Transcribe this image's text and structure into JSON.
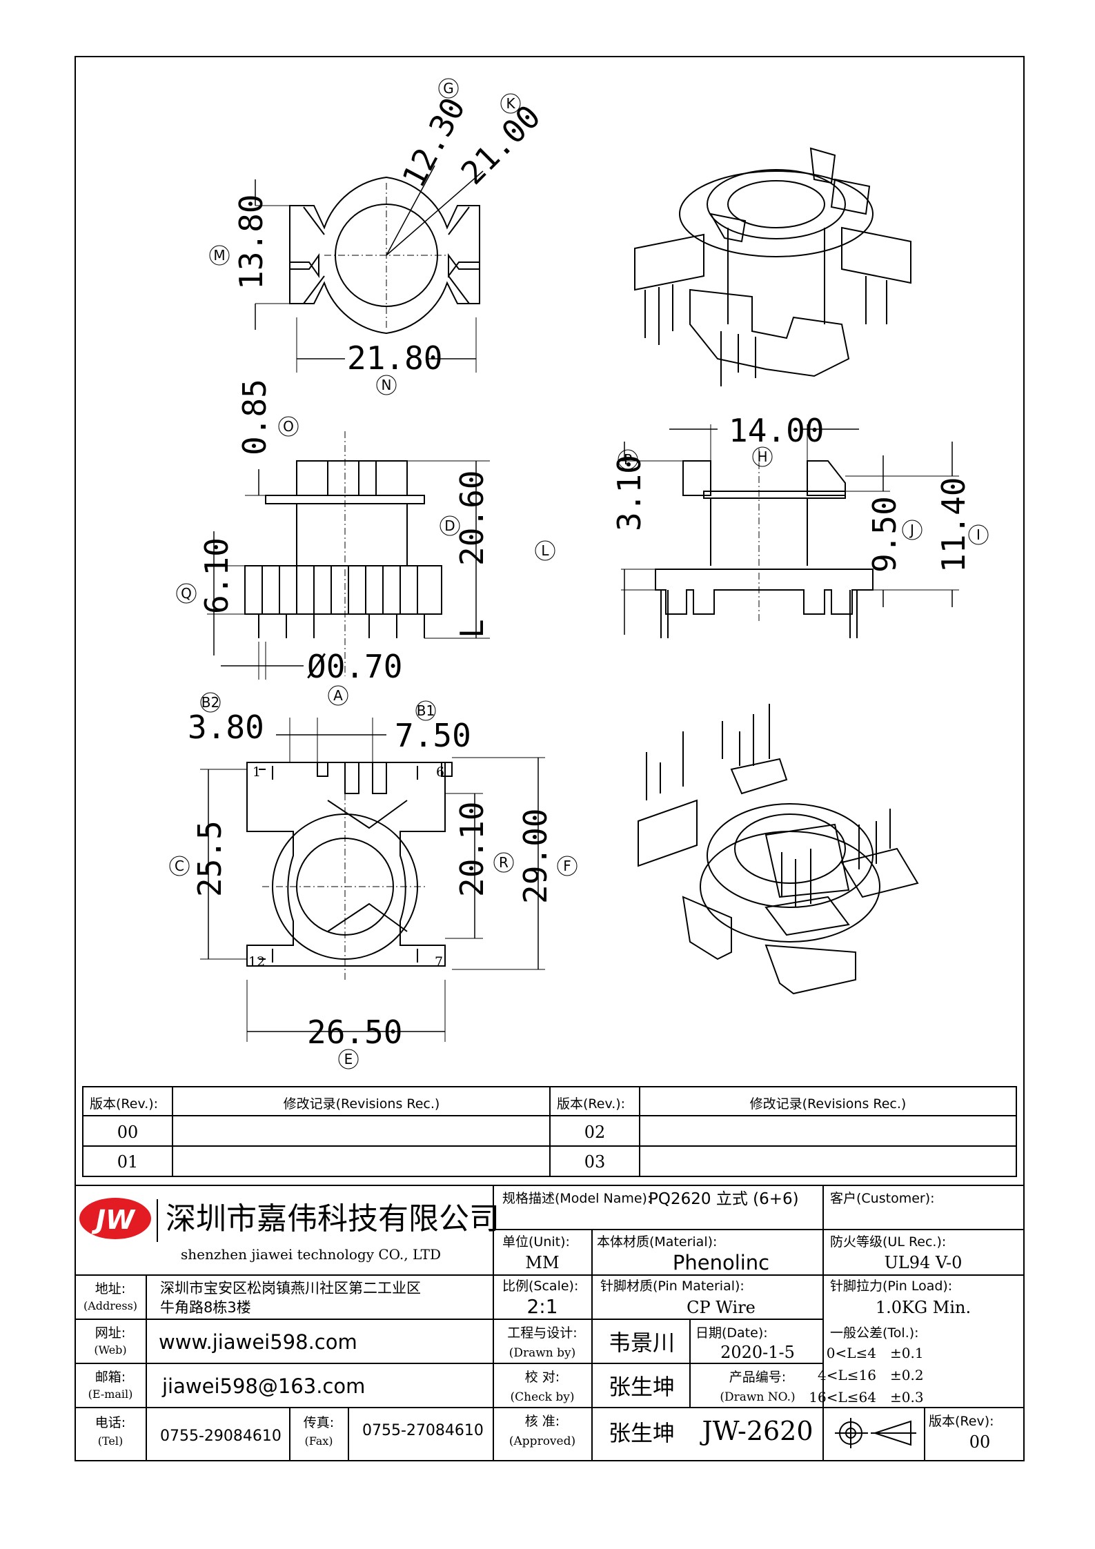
{
  "drawing": {
    "top_view": {
      "dims": [
        "12.30",
        "21.00",
        "13.80",
        "21.80"
      ],
      "refs": [
        "G",
        "K",
        "M",
        "N"
      ]
    },
    "front_view": {
      "dims": [
        "0.85",
        "20.60",
        "6.10",
        "Ø0.70"
      ],
      "refs": [
        "O",
        "D",
        "Q",
        "A",
        "L"
      ],
      "l_mark": "L"
    },
    "side_view": {
      "dims": [
        "14.00",
        "3.10",
        "9.50",
        "11.40"
      ],
      "refs": [
        "H",
        "P",
        "J",
        "I"
      ]
    },
    "bottom_view": {
      "dims": [
        "3.80",
        "7.50",
        "25.5",
        "20.10",
        "29.00",
        "26.50"
      ],
      "refs": [
        "B2",
        "B1",
        "C",
        "R",
        "F",
        "E"
      ],
      "pins": [
        "1",
        "6",
        "12",
        "7"
      ]
    }
  },
  "revisions": {
    "header_rev": "版本(Rev.):",
    "header_rec": "修改记录(Revisions Rec.)",
    "rows": [
      {
        "rev": "00",
        "rec": ""
      },
      {
        "rev": "01",
        "rec": ""
      },
      {
        "rev": "02",
        "rec": ""
      },
      {
        "rev": "03",
        "rec": ""
      }
    ]
  },
  "company": {
    "logo": "JW",
    "name_cn": "深圳市嘉伟科技有限公司",
    "name_en": "shenzhen  jiawei  technology  CO., LTD",
    "address_label": "地址:",
    "address_label_en": "(Address)",
    "address_line1": "深圳市宝安区松岗镇燕川社区第二工业区",
    "address_line2": "牛角路8栋3楼",
    "web_label": "网址:",
    "web_label_en": "(Web)",
    "web": "www.jiawei598.com",
    "email_label": "邮箱:",
    "email_label_en": "(E-mail)",
    "email": "jiawei598@163.com",
    "tel_label": "电话:",
    "tel_label_en": "(Tel)",
    "tel": "0755-29084610",
    "fax_label": "传真:",
    "fax_label_en": "(Fax)",
    "fax": "0755-27084610"
  },
  "title_block": {
    "model_label": "规格描述(Model Name):",
    "model": "PQ2620 立式 (6+6)",
    "customer_label": "客户(Customer):",
    "customer": "",
    "unit_label": "单位(Unit):",
    "unit": "MM",
    "material_label": "本体材质(Material):",
    "material": "Phenolinc",
    "ul_label": "防火等级(UL Rec.):",
    "ul": "UL94 V-0",
    "scale_label": "比例(Scale):",
    "scale": "2:1",
    "pin_material_label": "针脚材质(Pin Material):",
    "pin_material": "CP Wire",
    "pin_load_label": "针脚拉力(Pin Load):",
    "pin_load": "1.0KG Min.",
    "drawn_label": "工程与设计:",
    "drawn_label_en": "(Drawn by)",
    "drawn": "韦景川",
    "date_label": "日期(Date):",
    "date": "2020-1-5",
    "tol_label": "一般公差(Tol.):",
    "tol_rows": [
      {
        "range": "0<L≤4",
        "value": "±0.1"
      },
      {
        "range": "4<L≤16",
        "value": "±0.2"
      },
      {
        "range": "16<L≤64",
        "value": "±0.3"
      }
    ],
    "check_label": "校  对:",
    "check_label_en": "(Check by)",
    "check": "张生坤",
    "drawn_no_label": "产品编号:",
    "drawn_no_label_en": "(Drawn NO.)",
    "approved_label": "核  准:",
    "approved_label_en": "(Approved)",
    "approved": "张生坤",
    "drawn_no": "JW-2620",
    "rev_label": "版本(Rev):",
    "rev": "00"
  }
}
